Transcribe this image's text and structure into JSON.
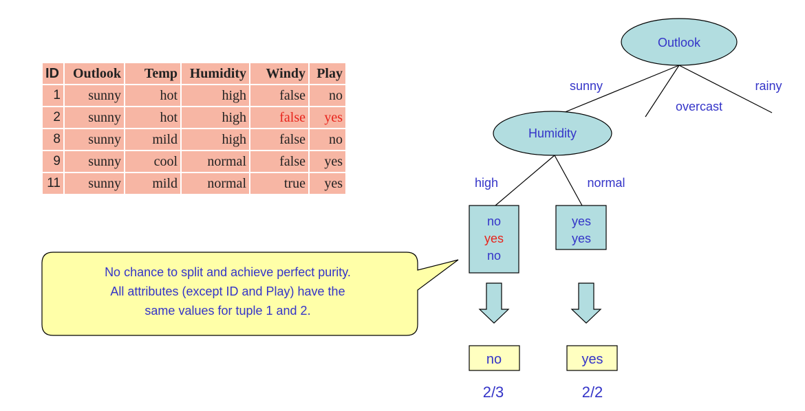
{
  "table": {
    "headers": [
      "ID",
      "Outlook",
      "Temp",
      "Humidity",
      "Windy",
      "Play"
    ],
    "rows": [
      {
        "id": "1",
        "outlook": "sunny",
        "temp": "hot",
        "humidity": "high",
        "windy": "false",
        "play": "no"
      },
      {
        "id": "2",
        "outlook": "sunny",
        "temp": "hot",
        "humidity": "high",
        "windy": "false",
        "play": "yes"
      },
      {
        "id": "8",
        "outlook": "sunny",
        "temp": "mild",
        "humidity": "high",
        "windy": "false",
        "play": "no"
      },
      {
        "id": "9",
        "outlook": "sunny",
        "temp": "cool",
        "humidity": "normal",
        "windy": "false",
        "play": "yes"
      },
      {
        "id": "11",
        "outlook": "sunny",
        "temp": "mild",
        "humidity": "normal",
        "windy": "true",
        "play": "yes"
      }
    ]
  },
  "tree": {
    "root": "Outlook",
    "root_branches": [
      "sunny",
      "overcast",
      "rainy"
    ],
    "child": "Humidity",
    "child_branches": [
      "high",
      "normal"
    ],
    "leaf_high": [
      "no",
      "yes",
      "no"
    ],
    "leaf_normal": [
      "yes",
      "yes"
    ],
    "result_high": "no",
    "result_normal": "yes",
    "fraction_high": "2/3",
    "fraction_normal": "2/2"
  },
  "callout": {
    "line1": "No chance to split and achieve perfect purity.",
    "line2": "All attributes (except ID and Play) have the",
    "line3": "same values for tuple 1 and 2."
  },
  "colors": {
    "table_bg": "#f7b6a4",
    "node_fill": "#b2dde0",
    "callout_fill": "#ffffa8",
    "label_blue": "#3434c8",
    "highlight_red": "#e8231b"
  }
}
